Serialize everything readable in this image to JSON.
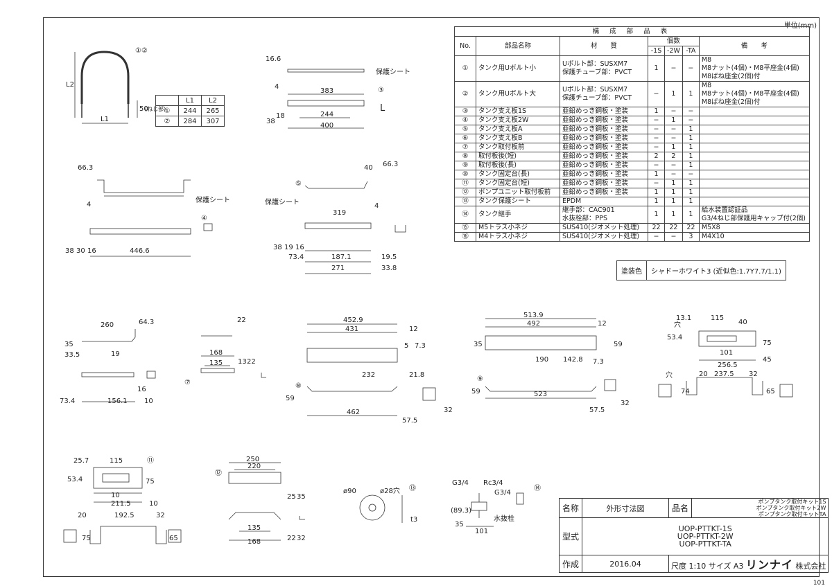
{
  "sheet": {
    "unit_label": "単位(mm)",
    "page_number": "101"
  },
  "parts_table": {
    "title": "構 成 部 品 表",
    "headers": {
      "no": "No.",
      "name": "部品名称",
      "material": "材　　質",
      "qty": "個数",
      "remarks": "備　　考",
      "variants": [
        "-1S",
        "-2W",
        "-TA"
      ]
    },
    "rows": [
      {
        "no": "①",
        "name": "タンク用Uボルト小",
        "material": [
          "Uボルト部：SUSXM7",
          "保護チューブ部：PVCT"
        ],
        "q1": "1",
        "q2": "−",
        "q3": "−",
        "remarks": [
          "M8",
          "M8ナット(4個)・M8平座金(4個)",
          "M8ばね座金(2個)付"
        ]
      },
      {
        "no": "②",
        "name": "タンク用Uボルト大",
        "material": [
          "Uボルト部：SUSXM7",
          "保護チューブ部：PVCT"
        ],
        "q1": "−",
        "q2": "1",
        "q3": "1",
        "remarks": [
          "M8",
          "M8ナット(4個)・M8平座金(4個)",
          "M8ばね座金(2個)付"
        ]
      },
      {
        "no": "③",
        "name": "タンク支え板1S",
        "material": [
          "亜鉛めっき鋼板・塗装"
        ],
        "q1": "1",
        "q2": "−",
        "q3": "−",
        "remarks": [
          ""
        ]
      },
      {
        "no": "④",
        "name": "タンク支え板2W",
        "material": [
          "亜鉛めっき鋼板・塗装"
        ],
        "q1": "−",
        "q2": "1",
        "q3": "−",
        "remarks": [
          ""
        ]
      },
      {
        "no": "⑤",
        "name": "タンク支え板A",
        "material": [
          "亜鉛めっき鋼板・塗装"
        ],
        "q1": "−",
        "q2": "−",
        "q3": "1",
        "remarks": [
          ""
        ]
      },
      {
        "no": "⑥",
        "name": "タンク支え板B",
        "material": [
          "亜鉛めっき鋼板・塗装"
        ],
        "q1": "−",
        "q2": "−",
        "q3": "1",
        "remarks": [
          ""
        ]
      },
      {
        "no": "⑦",
        "name": "タンク取付板前",
        "material": [
          "亜鉛めっき鋼板・塗装"
        ],
        "q1": "−",
        "q2": "1",
        "q3": "1",
        "remarks": [
          ""
        ]
      },
      {
        "no": "⑧",
        "name": "取付板後(短)",
        "material": [
          "亜鉛めっき鋼板・塗装"
        ],
        "q1": "2",
        "q2": "2",
        "q3": "1",
        "remarks": [
          ""
        ]
      },
      {
        "no": "⑨",
        "name": "取付板後(長)",
        "material": [
          "亜鉛めっき鋼板・塗装"
        ],
        "q1": "−",
        "q2": "−",
        "q3": "1",
        "remarks": [
          ""
        ]
      },
      {
        "no": "⑩",
        "name": "タンク固定台(長)",
        "material": [
          "亜鉛めっき鋼板・塗装"
        ],
        "q1": "1",
        "q2": "−",
        "q3": "−",
        "remarks": [
          ""
        ]
      },
      {
        "no": "⑪",
        "name": "タンク固定台(短)",
        "material": [
          "亜鉛めっき鋼板・塗装"
        ],
        "q1": "−",
        "q2": "1",
        "q3": "1",
        "remarks": [
          ""
        ]
      },
      {
        "no": "⑫",
        "name": "ポンプユニット取付板前",
        "material": [
          "亜鉛めっき鋼板・塗装"
        ],
        "q1": "1",
        "q2": "1",
        "q3": "1",
        "remarks": [
          ""
        ]
      },
      {
        "no": "⑬",
        "name": "タンク保護シート",
        "material": [
          "EPDM"
        ],
        "q1": "1",
        "q2": "1",
        "q3": "1",
        "remarks": [
          ""
        ]
      },
      {
        "no": "⑭",
        "name": "タンク継手",
        "material": [
          "継手部：CAC901",
          "水抜栓部：PPS"
        ],
        "q1": "1",
        "q2": "1",
        "q3": "1",
        "remarks": [
          "給水装置認証品",
          "G3/4ねじ部保護用キャップ付(2個)"
        ]
      },
      {
        "no": "⑮",
        "name": "M5トラス小ネジ",
        "material": [
          "SUS410(ジオメット処理)"
        ],
        "q1": "22",
        "q2": "22",
        "q3": "22",
        "remarks": [
          "M5X8"
        ]
      },
      {
        "no": "⑯",
        "name": "M4トラス小ネジ",
        "material": [
          "SUS410(ジオメット処理)"
        ],
        "q1": "−",
        "q2": "−",
        "q3": "3",
        "remarks": [
          "M4X10"
        ]
      }
    ]
  },
  "paint": {
    "label": "塗装色",
    "value": "シャドーホワイト3 (近似色:1.7Y7.7/1.1)"
  },
  "ubolt_table": {
    "headers": [
      "",
      "L1",
      "L2"
    ],
    "rows": [
      [
        "①",
        "244",
        "265"
      ],
      [
        "②",
        "284",
        "307"
      ]
    ]
  },
  "labels": {
    "protect_sheet": "保護シート",
    "hole": "穴",
    "drain": "水抜栓",
    "thread_len": "(ねじ部)",
    "letter_L": "L"
  },
  "dims": {
    "ubolt": {
      "l1": "L1",
      "l2": "L2",
      "d50": "50",
      "tag": "①②"
    },
    "p3": {
      "d16_6": "16.6",
      "d383": "383",
      "d244": "244",
      "d400": "400",
      "d4": "4",
      "d38": "38",
      "d18": "18",
      "tag": "③"
    },
    "p4": {
      "d66_3": "66.3",
      "d4": "4",
      "d446_6": "446.6",
      "d38": "38",
      "d30": "30",
      "d16": "16",
      "tag": "④"
    },
    "p5": {
      "d40": "40",
      "d66_3": "66.3",
      "d4": "4",
      "d319": "319",
      "d187_1": "187.1",
      "d19_5": "19.5",
      "d73_4": "73.4",
      "d271": "271",
      "d33_8": "33.8",
      "d38": "38",
      "d19": "19",
      "d16": "16",
      "tag": "⑤"
    },
    "p6": {
      "d260": "260",
      "d64_3": "64.3",
      "d33_5": "33.5",
      "d19": "19",
      "d73_4": "73.4",
      "d156_1": "156.1",
      "d10": "10",
      "d16": "16",
      "d35": "35"
    },
    "p7": {
      "d22": "22",
      "d168": "168",
      "d135": "135",
      "d13": "13",
      "d22b": "22",
      "tag": "⑦"
    },
    "p8": {
      "d452_9": "452.9",
      "d431": "431",
      "d12": "12",
      "d5": "5",
      "d7_3": "7.3",
      "d232": "232",
      "d21_8": "21.8",
      "d59": "59",
      "d462": "462",
      "d57_5": "57.5",
      "d32": "32",
      "tag": "⑧"
    },
    "p9": {
      "d513_9": "513.9",
      "d492": "492",
      "d12": "12",
      "d35": "35",
      "d59": "59",
      "d190": "190",
      "d142_8": "142.8",
      "d7_3": "7.3",
      "d523": "523",
      "d57_5": "57.5",
      "d32": "32",
      "tag": "⑨"
    },
    "p10": {
      "d13_1": "13.1",
      "d115": "115",
      "d40": "40",
      "d53_4": "53.4",
      "d75": "75",
      "d101": "101",
      "d256_5": "256.5",
      "d45": "45",
      "d20": "20",
      "d237_5": "237.5",
      "d32": "32",
      "d74": "74",
      "d65": "65"
    },
    "p11": {
      "d25_7": "25.7",
      "d115": "115",
      "d53_4": "53.4",
      "d75": "75",
      "d10": "10",
      "d211_5": "211.5",
      "d10b": "10",
      "d20": "20",
      "d192_5": "192.5",
      "d32": "32",
      "d75b": "75",
      "d65": "65",
      "tag": "⑪"
    },
    "p12": {
      "d250": "250",
      "d220": "220",
      "d25": "25",
      "d35": "35",
      "d135": "135",
      "d168": "168",
      "d22": "22",
      "d32": "32",
      "tag": "⑫"
    },
    "p13": {
      "d90": "ø90",
      "d28": "ø28穴",
      "t3": "t3",
      "tag": "⑬"
    },
    "p14": {
      "g34a": "G3/4",
      "rc34": "Rc3/4",
      "g34b": "G3/4",
      "d89_3": "(89.3)",
      "d35": "35",
      "d101": "101",
      "tag": "⑭"
    }
  },
  "title_block": {
    "name_label": "名称",
    "name_value": "外形寸法図",
    "product_label": "品名",
    "product_lines": [
      "ポンプタンク取付キット1S",
      "ポンプタンク取付キット2W",
      "ポンプタンク取付キットTA"
    ],
    "model_label": "型式",
    "models": [
      "UOP-PTTKT-1S",
      "UOP-PTTKT-2W",
      "UOP-PTTKT-TA"
    ],
    "created_label": "作成",
    "created_value": "2016.04",
    "scale_label": "尺度",
    "scale_value": "1:10",
    "size_label": "サイズ",
    "size_value": "A3",
    "brand": "リンナイ",
    "company": "株式会社"
  }
}
